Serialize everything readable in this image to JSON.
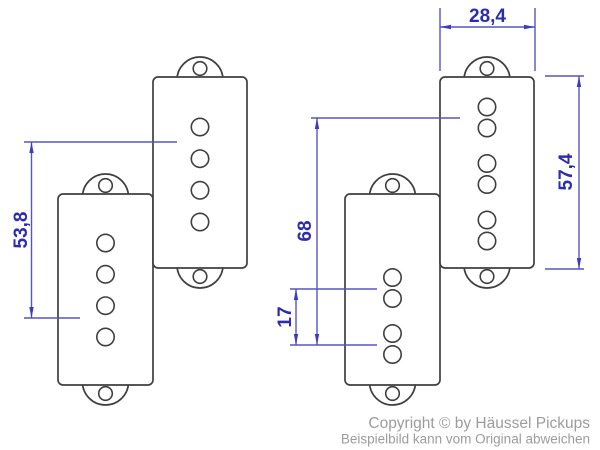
{
  "diagram": {
    "title_hint": "pickup dimension drawing",
    "dimensions": {
      "left_string_spread": "53,8",
      "pickup_width": "28,4",
      "pickup_height": "57,4",
      "right_string_spread": "68",
      "string_gap": "17"
    },
    "pickup_sets": [
      {
        "name": "four-string-set",
        "coils": [
          {
            "position": "upper-right",
            "pole_count": 4
          },
          {
            "position": "lower-left",
            "pole_count": 4
          }
        ]
      },
      {
        "name": "five-string-set",
        "coils": [
          {
            "position": "upper-right",
            "pole_count": 6
          },
          {
            "position": "lower-left",
            "pole_count": 4
          }
        ]
      }
    ]
  },
  "footer": {
    "copyright": "Copyright © by Häussel Pickups",
    "disclaimer": "Beispielbild kann vom Original abweichen"
  },
  "colors": {
    "dimension_blue_text": "#2b2bb4",
    "dimension_blue_line": "#5556c6",
    "drawing_outline": "#3f3f3f",
    "footer_gray": "#9c9c9c",
    "background": "#ffffff"
  }
}
